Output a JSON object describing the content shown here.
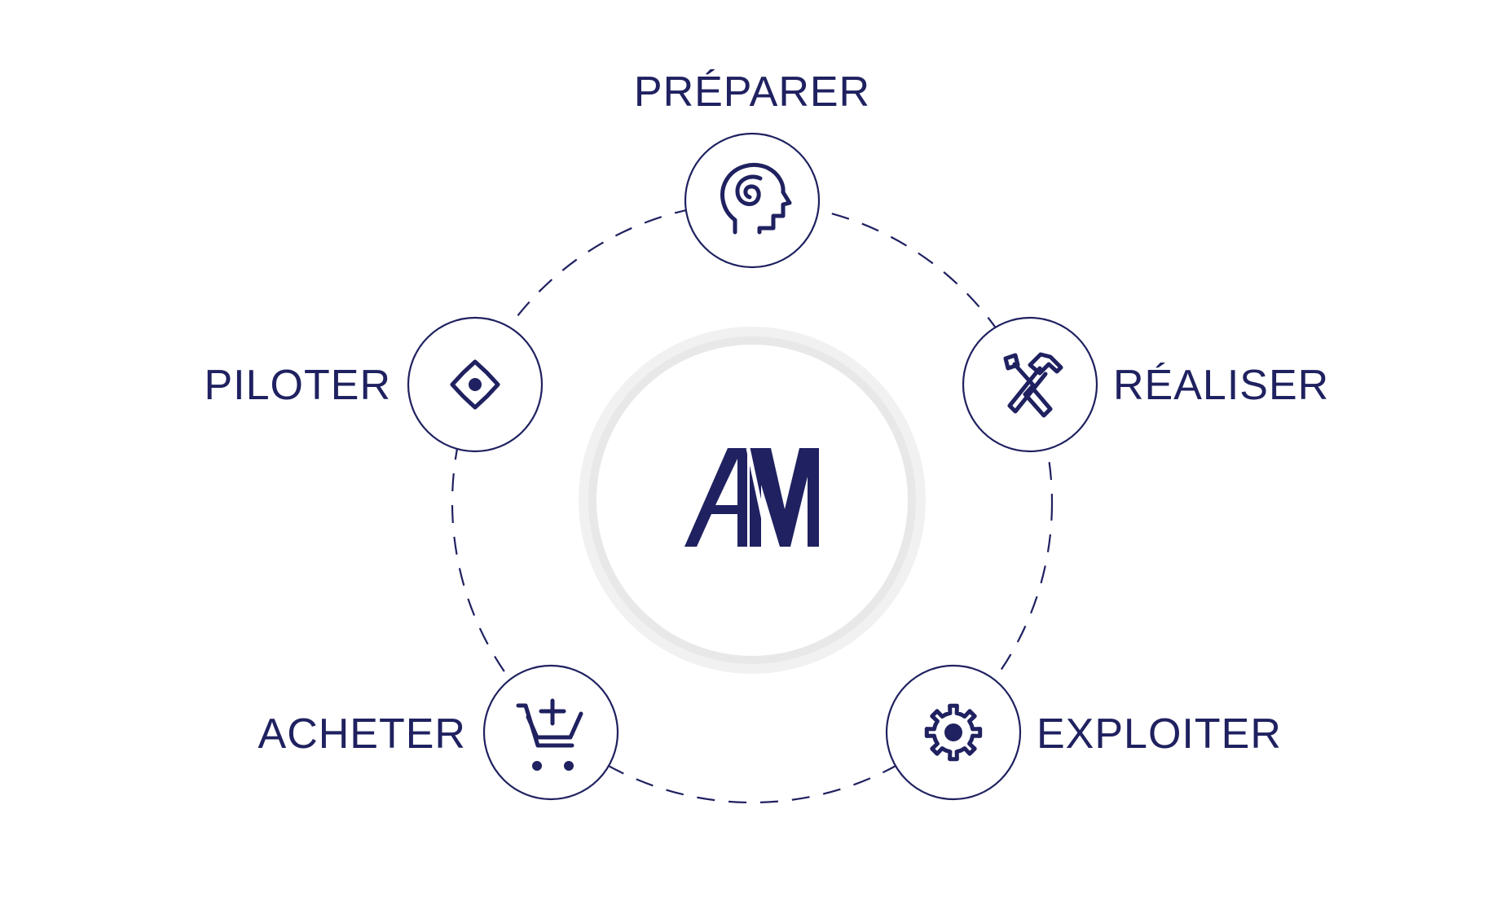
{
  "colors": {
    "primary": "#1f2160",
    "background": "#ffffff",
    "center_ring": "#ececec"
  },
  "center": {
    "logo_text": "AM",
    "logo_icon": "am-logo"
  },
  "stages": [
    {
      "id": "preparer",
      "label": "PRÉPARER",
      "icon": "head-spiral-icon"
    },
    {
      "id": "realiser",
      "label": "RÉALISER",
      "icon": "tools-icon"
    },
    {
      "id": "exploiter",
      "label": "EXPLOITER",
      "icon": "gear-icon"
    },
    {
      "id": "acheter",
      "label": "ACHETER",
      "icon": "cart-add-icon"
    },
    {
      "id": "piloter",
      "label": "PILOTER",
      "icon": "target-diamond-icon"
    }
  ]
}
